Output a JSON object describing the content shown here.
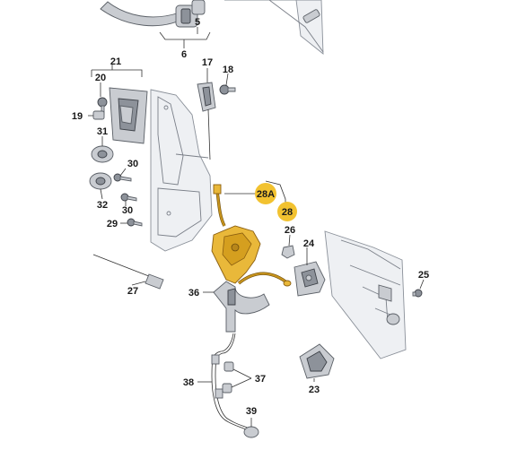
{
  "callouts": [
    {
      "id": "c5",
      "text": "5"
    },
    {
      "id": "c6",
      "text": "6"
    },
    {
      "id": "c21",
      "text": "21"
    },
    {
      "id": "c17",
      "text": "17"
    },
    {
      "id": "c18",
      "text": "18"
    },
    {
      "id": "c20",
      "text": "20"
    },
    {
      "id": "c19",
      "text": "19"
    },
    {
      "id": "c31",
      "text": "31"
    },
    {
      "id": "c30a",
      "text": "30"
    },
    {
      "id": "c32",
      "text": "32"
    },
    {
      "id": "c30b",
      "text": "30"
    },
    {
      "id": "c29",
      "text": "29"
    },
    {
      "id": "c28A",
      "text": "28A"
    },
    {
      "id": "c28",
      "text": "28"
    },
    {
      "id": "c26",
      "text": "26"
    },
    {
      "id": "c24",
      "text": "24"
    },
    {
      "id": "c27",
      "text": "27"
    },
    {
      "id": "c25",
      "text": "25"
    },
    {
      "id": "c36",
      "text": "36"
    },
    {
      "id": "c37",
      "text": "37"
    },
    {
      "id": "c38",
      "text": "38"
    },
    {
      "id": "c23",
      "text": "23"
    },
    {
      "id": "c39",
      "text": "39"
    }
  ],
  "colors": {
    "highlight_badge": "#f2c230",
    "highlight_part": "#e9b83a",
    "line": "#333333"
  }
}
